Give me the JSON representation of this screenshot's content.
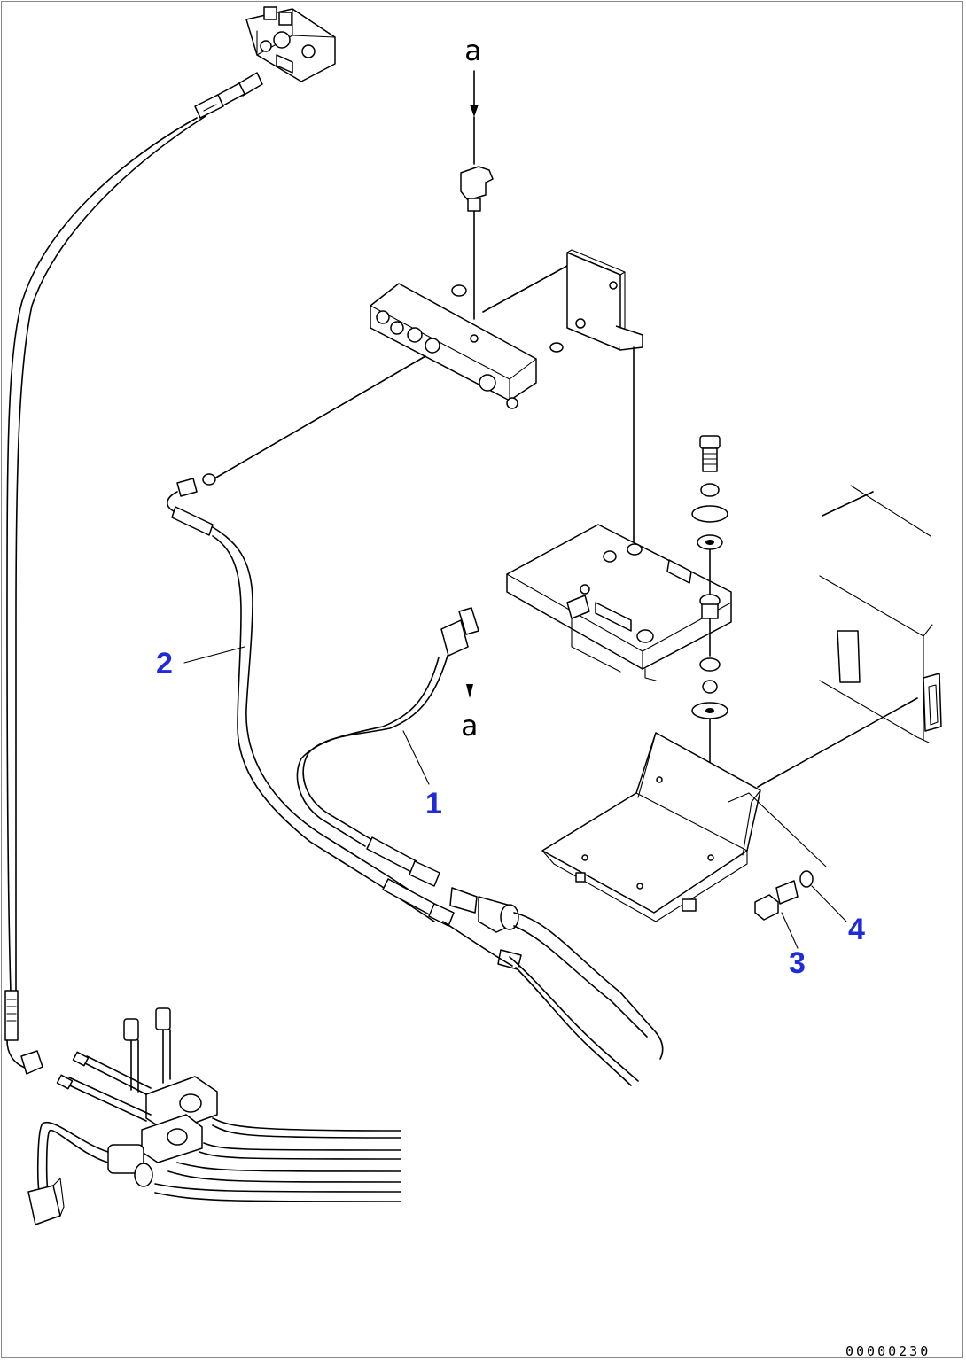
{
  "callouts": {
    "part_1": "1",
    "part_2": "2",
    "part_3": "3",
    "part_4": "4"
  },
  "reference_marks": {
    "top": "a",
    "middle": "a"
  },
  "drawing_code": "00000230",
  "colors": {
    "callout": "#1e2bd6",
    "line": "#000000",
    "frame": "#8a8a8a",
    "background": "#ffffff"
  }
}
